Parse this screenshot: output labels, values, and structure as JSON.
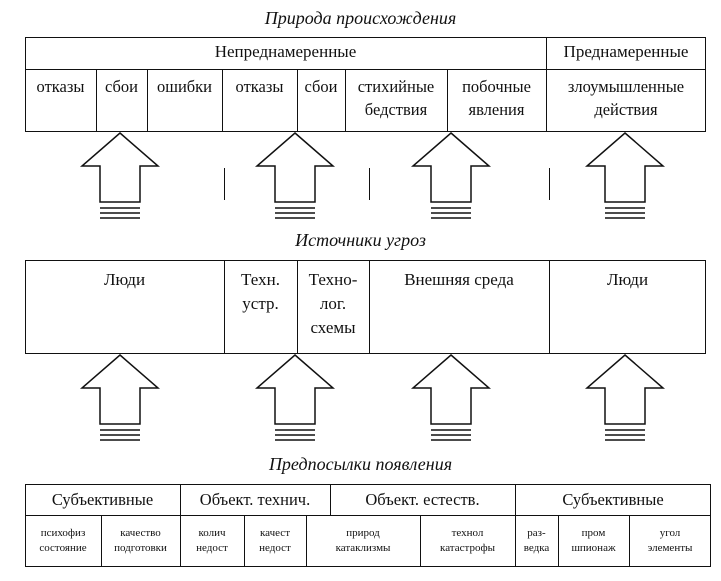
{
  "headings": {
    "nature": "Природа происхождения",
    "sources": "Источники угроз",
    "preconditions": "Предпосылки появления"
  },
  "nature": {
    "unintentional": "Непреднамеренные",
    "intentional": "Преднамеренные",
    "cells": {
      "otkazy1": "отказы",
      "sboi1": "сбои",
      "oshibki": "ошибки",
      "otkazy2": "отказы",
      "sboi2": "сбои",
      "stikh_1": "стихийные",
      "stikh_2": "бедствия",
      "pob_1": "побочные",
      "pob_2": "явления",
      "zlo_1": "злоумышленные",
      "zlo_2": "действия"
    }
  },
  "sources": {
    "lyudi1": "Люди",
    "tekhn_1": "Техн.",
    "tekhn_2": "устр.",
    "tekhnol_1": "Техно-",
    "tekhnol_2": "лог.",
    "tekhnol_3": "схемы",
    "vneshnyaya": "Внешняя среда",
    "lyudi2": "Люди"
  },
  "preconditions": {
    "groups": {
      "subj1": "Субъективные",
      "obj_tech": "Объект. технич.",
      "obj_nat": "Объект. естеств.",
      "subj2": "Субъективные"
    },
    "sub": {
      "psikh_1": "психофиз",
      "psikh_2": "состояние",
      "kach_1": "качество",
      "kach_2": "подготовки",
      "kolich_1": "колич",
      "kolich_2": "недост",
      "kachest_1": "качест",
      "kachest_2": "недост",
      "prirod_1": "природ",
      "prirod_2": "катаклизмы",
      "tekhnol_1": "технол",
      "tekhnol_2": "катастрофы",
      "razv_1": "раз-",
      "razv_2": "ведка",
      "prom_1": "пром",
      "prom_2": "шпионаж",
      "ugol_1": "угол",
      "ugol_2": "элементы"
    }
  },
  "colors": {
    "ink": "#111111",
    "paper": "#ffffff"
  }
}
